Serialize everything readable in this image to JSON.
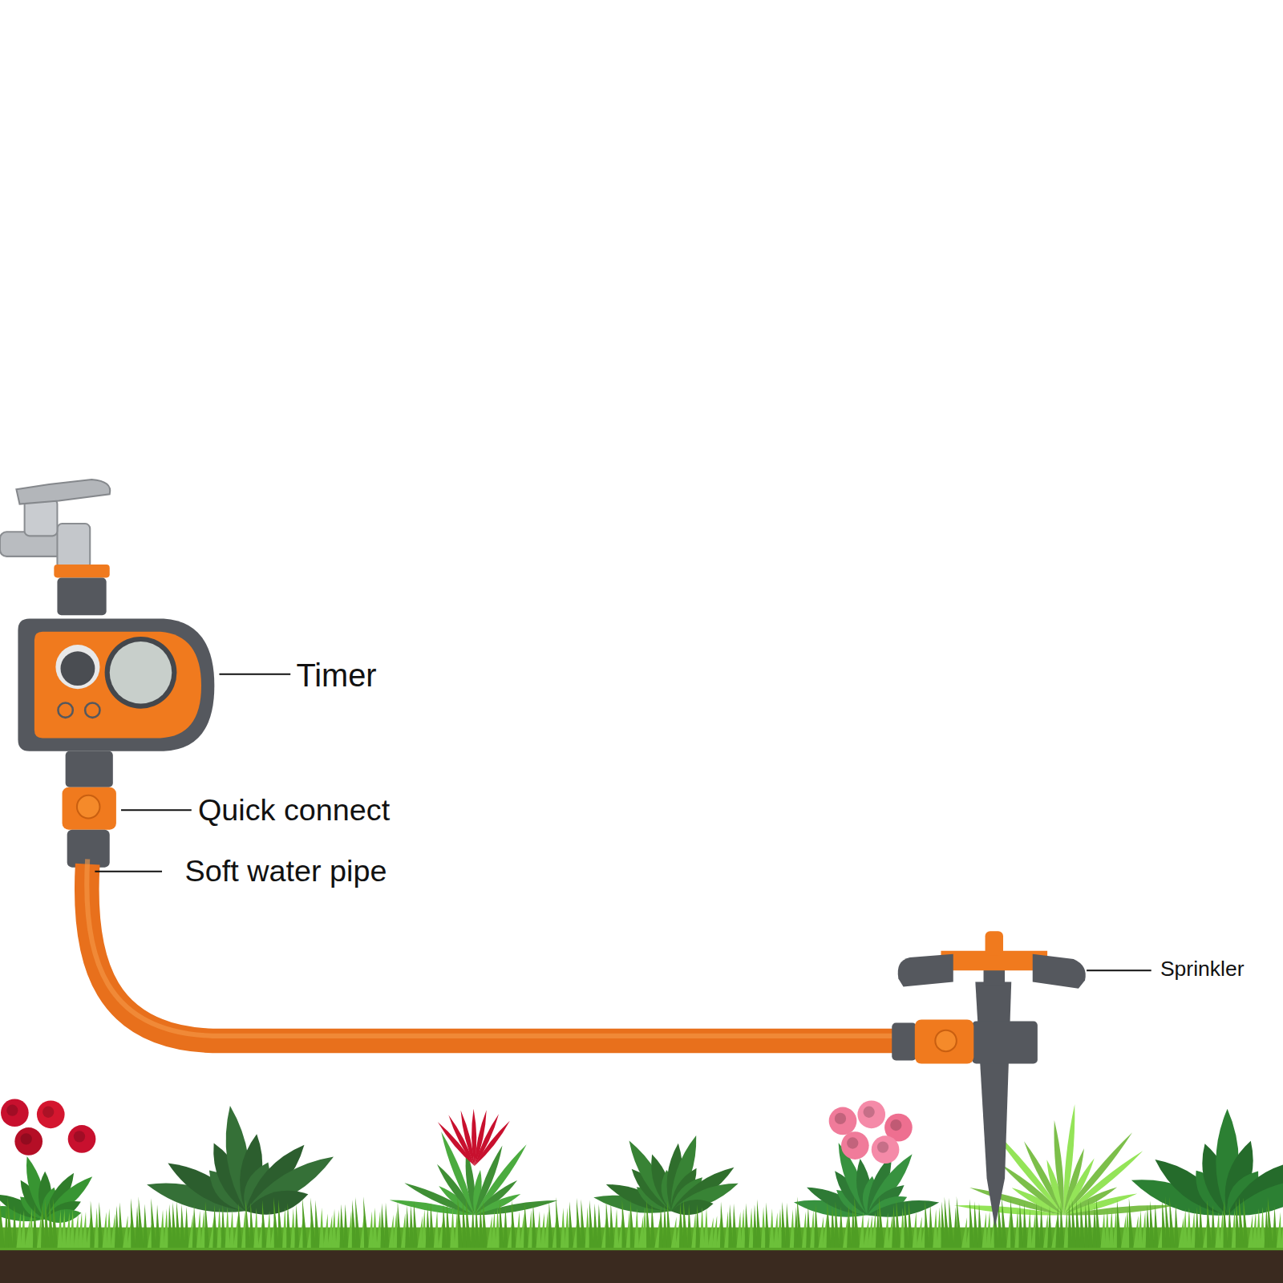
{
  "diagram": {
    "labels": [
      "Timer",
      "Quick connect",
      "Soft water pipe",
      "Sprinkler"
    ]
  }
}
